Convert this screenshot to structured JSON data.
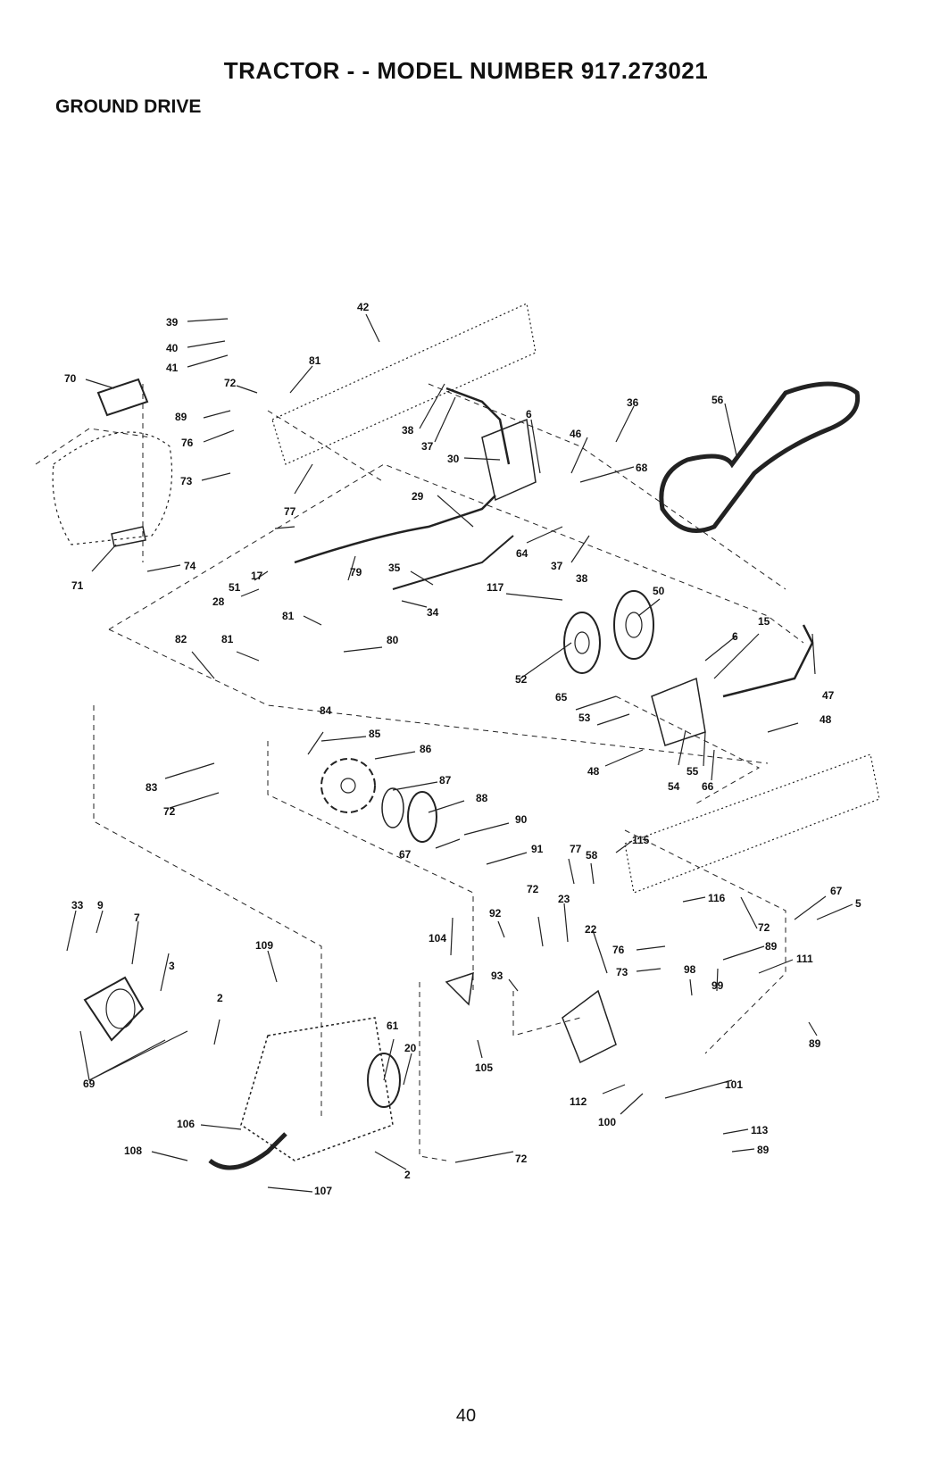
{
  "header": {
    "title": "TRACTOR - - MODEL NUMBER 917.273021",
    "subtitle": "GROUND DRIVE"
  },
  "footer": {
    "page_number": "40"
  },
  "callouts": {
    "c39": "39",
    "c40": "40",
    "c41": "41",
    "c42": "42",
    "c81a": "81",
    "c70": "70",
    "c72a": "72",
    "c89a": "89",
    "c76a": "76",
    "c73a": "73",
    "c77a": "77",
    "c38a": "38",
    "c37a": "37",
    "c30": "30",
    "c6a": "6",
    "c46": "46",
    "c36": "36",
    "c68": "68",
    "c56": "56",
    "c29": "29",
    "c64": "64",
    "c37b": "37",
    "c38b": "38",
    "c71": "71",
    "c74": "74",
    "c17": "17",
    "c79": "79",
    "c35": "35",
    "c51": "51",
    "c28": "28",
    "c81b": "81",
    "c34": "34",
    "c117": "117",
    "c50": "50",
    "c82": "82",
    "c81c": "81",
    "c80": "80",
    "c6b": "6",
    "c15": "15",
    "c52": "52",
    "c65": "65",
    "c53": "53",
    "c47": "47",
    "c48a": "48",
    "c84": "84",
    "c85": "85",
    "c86": "86",
    "c48b": "48",
    "c55": "55",
    "c54": "54",
    "c66": "66",
    "c83": "83",
    "c87": "87",
    "c72b": "72",
    "c88": "88",
    "c90": "90",
    "c67a": "67",
    "c91": "91",
    "c115": "115",
    "c77b": "77",
    "c58": "58",
    "c33": "33",
    "c9": "9",
    "c7": "7",
    "c109": "109",
    "c92": "92",
    "c72c": "72",
    "c23": "23",
    "c116": "116",
    "c67b": "67",
    "c5": "5",
    "c72d": "72",
    "c104": "104",
    "c22": "22",
    "c76b": "76",
    "c89b": "89",
    "c111": "111",
    "c3": "3",
    "c93": "93",
    "c73b": "73",
    "c98": "98",
    "c99": "99",
    "c2a": "2",
    "c61": "61",
    "c20": "20",
    "c89c": "89",
    "c105": "105",
    "c101": "101",
    "c69": "69",
    "c112": "112",
    "c100": "100",
    "c113": "113",
    "c106a": "106",
    "c89d": "89",
    "c108": "108",
    "c107": "107",
    "c2b": "2",
    "c72e": "72"
  }
}
